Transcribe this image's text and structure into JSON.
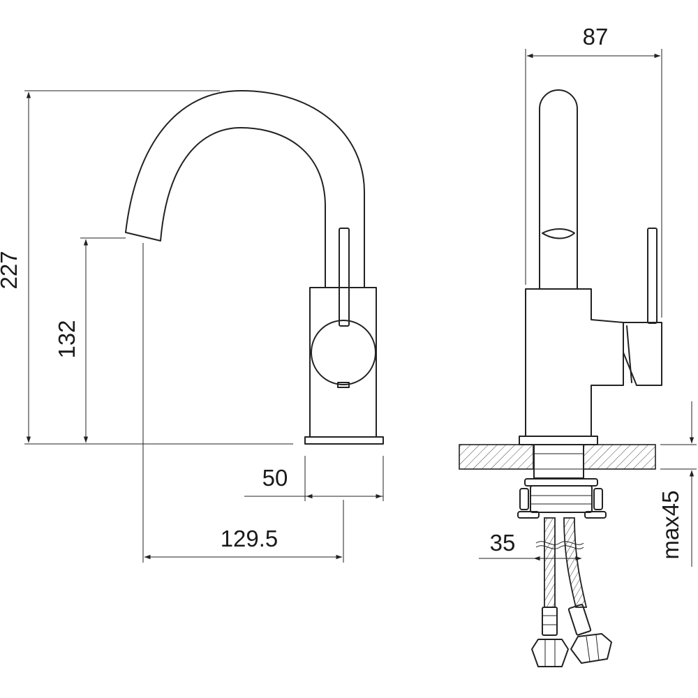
{
  "dimensions": {
    "overall_height": "227",
    "spout_height": "132",
    "base_width": "50",
    "spout_reach": "129.5",
    "side_width": "87",
    "hose_spacing": "35",
    "max_counter_thickness": "max45"
  },
  "colors": {
    "line": "#222222",
    "background": "#ffffff"
  }
}
